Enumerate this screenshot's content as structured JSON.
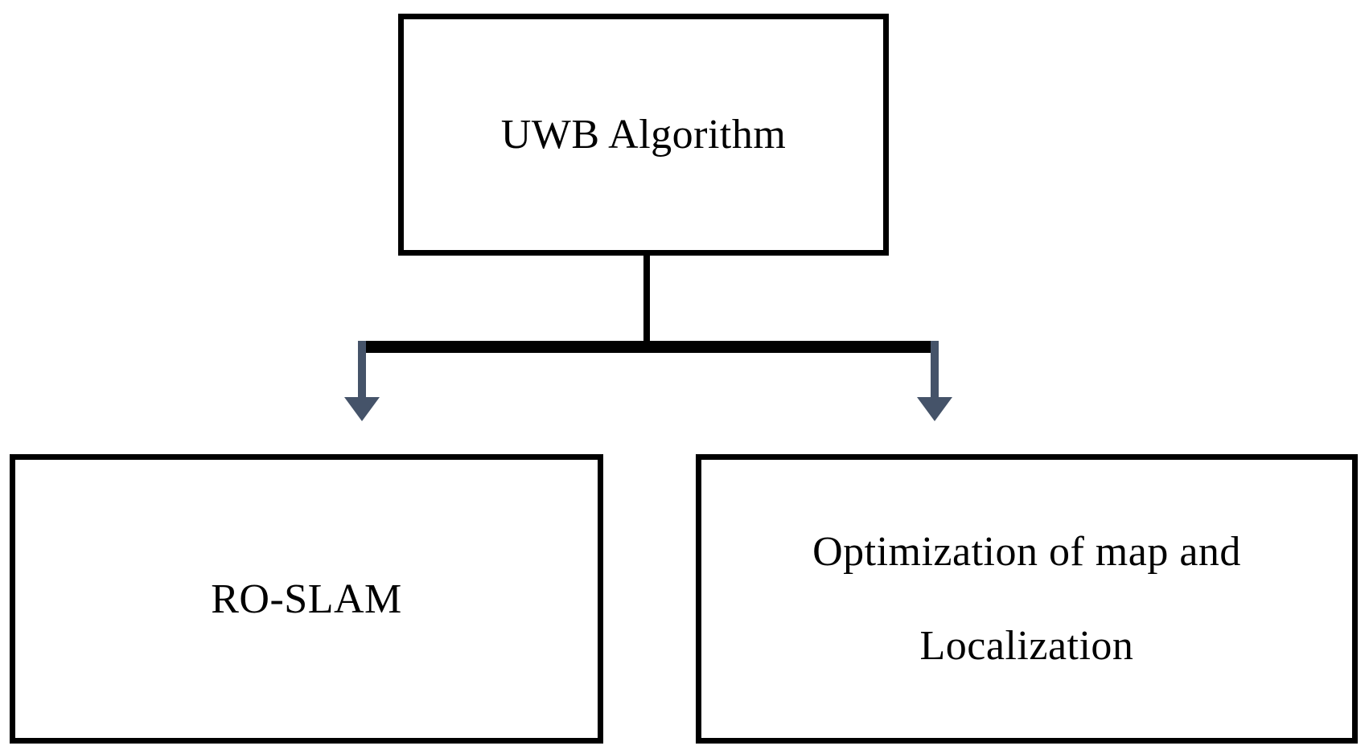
{
  "diagram": {
    "type": "flowchart",
    "orientation": "top-down",
    "colors": {
      "box_border": "#000000",
      "box_fill": "#ffffff",
      "connector_line": "#000000",
      "arrow": "#455369",
      "text": "#000000",
      "background": "#ffffff"
    },
    "nodes": [
      {
        "id": "root",
        "label": "UWB Algorithm",
        "role": "parent"
      },
      {
        "id": "roslam",
        "label": "RO-SLAM",
        "role": "child"
      },
      {
        "id": "optimization",
        "label": "Optimization of map and\nLocalization",
        "role": "child"
      }
    ],
    "edges": [
      {
        "from": "root",
        "to": "roslam",
        "arrowhead": "filled-triangle"
      },
      {
        "from": "root",
        "to": "optimization",
        "arrowhead": "filled-triangle"
      }
    ]
  }
}
